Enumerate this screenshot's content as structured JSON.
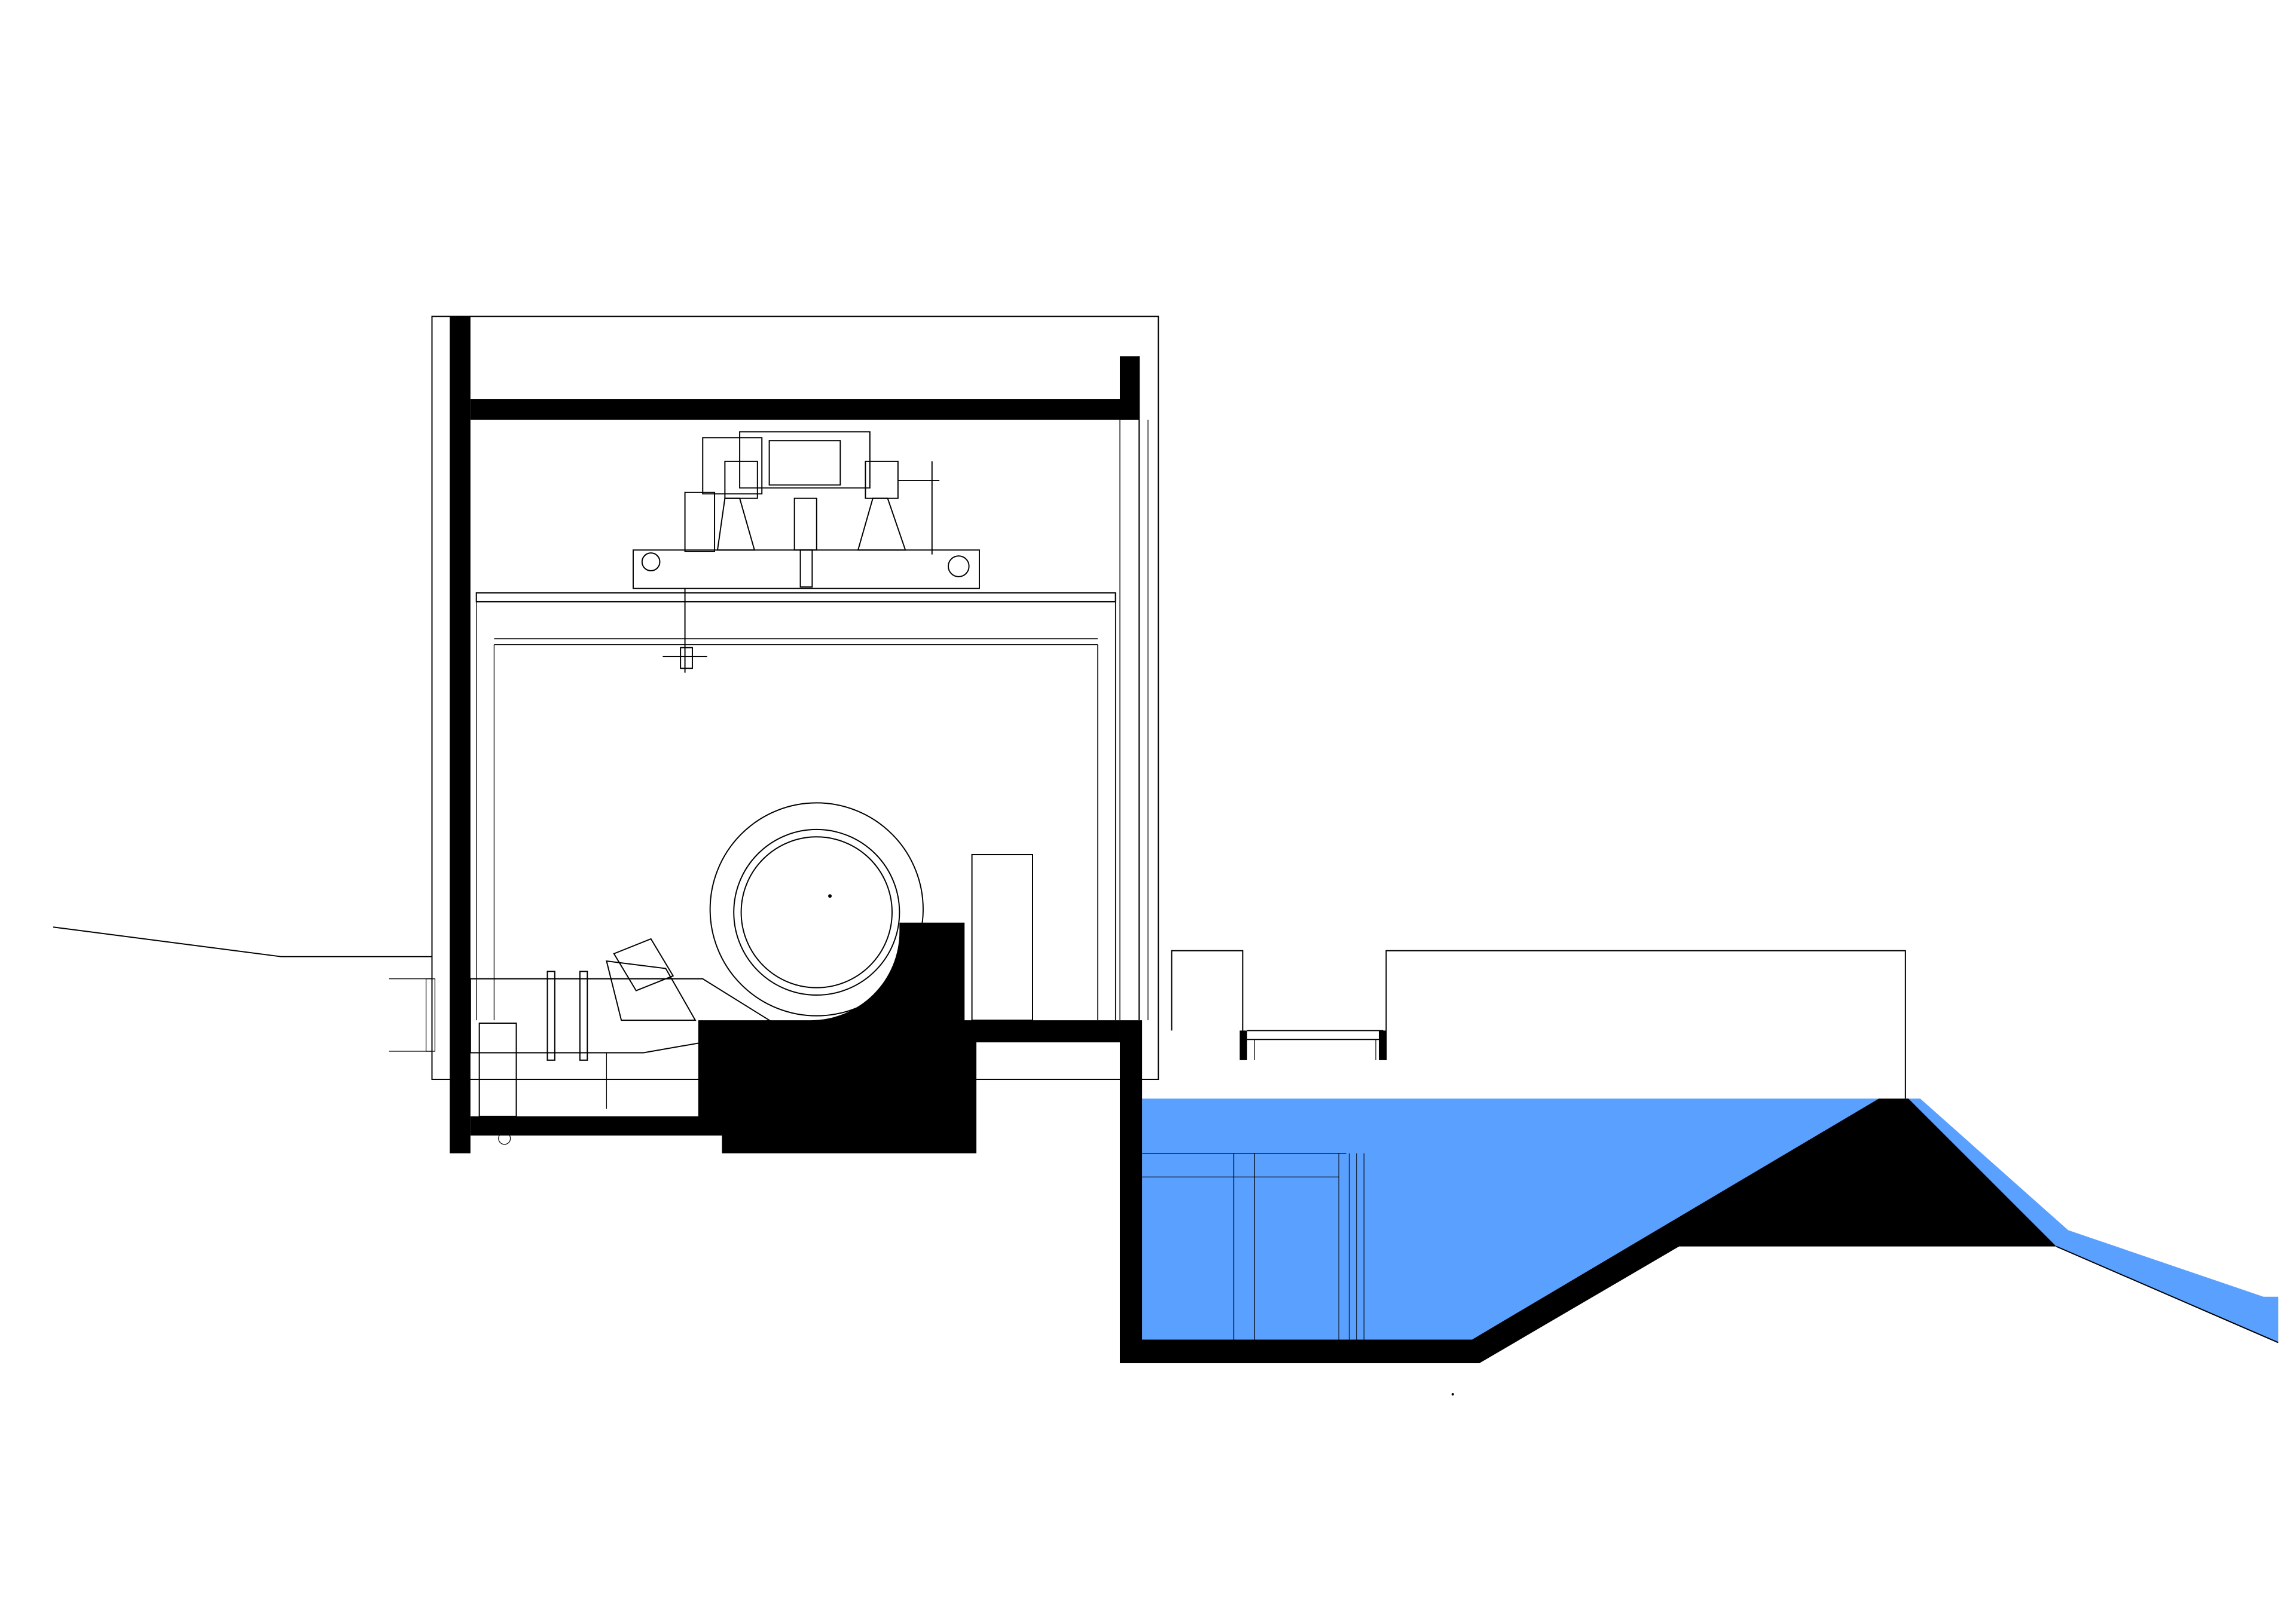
{
  "colors": {
    "water": "#5aa0ff",
    "structure": "#000000",
    "background": "#ffffff"
  },
  "elements": [
    "powerhouse",
    "overhead-crane",
    "spiral-casing",
    "intake-pipe",
    "tailrace-channel",
    "weir"
  ]
}
